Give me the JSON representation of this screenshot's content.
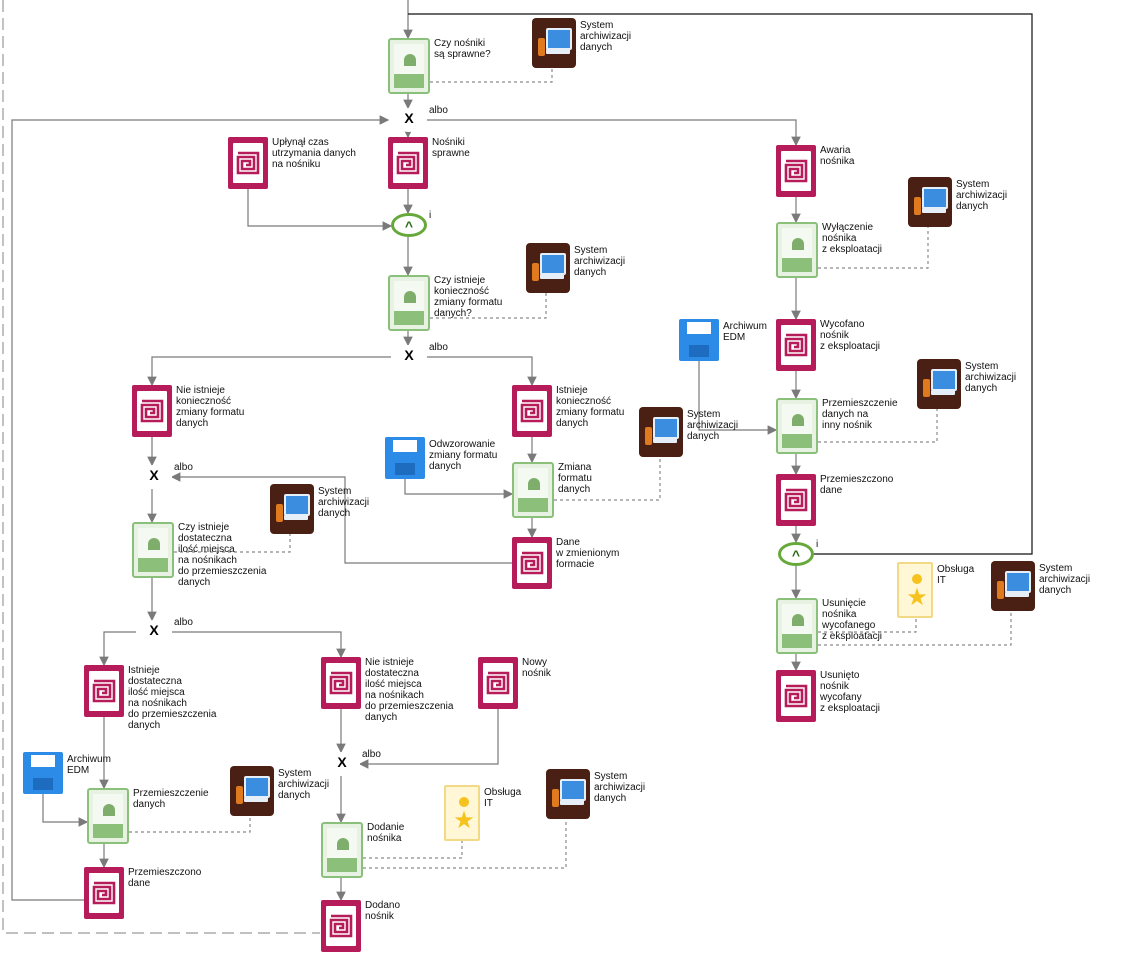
{
  "colors": {
    "event": "#b71c5a",
    "function": "#8bc07b",
    "system": "#4a1f14",
    "document": "#2b8be6",
    "role": "#f6c21d",
    "xor": "#f0a030",
    "and": "#66a83a"
  },
  "icons": {
    "event": "spiral-event-icon",
    "function": "function-person-icon",
    "system": "computer-icon",
    "document": "floppy-document-icon",
    "role": "person-star-icon"
  },
  "functions": [
    {
      "id": "f1",
      "label": "Czy nośniki\nsą sprawne?"
    },
    {
      "id": "f2",
      "label": "Czy istnieje\nkonieczność\nzmiany formatu\ndanych?"
    },
    {
      "id": "f3",
      "label": "Zmiana\nformatu\ndanych"
    },
    {
      "id": "f4",
      "label": "Czy istnieje\ndostateczna\nilość miejsca\nna nośnikach\ndo przemieszczenia\ndanych"
    },
    {
      "id": "f5",
      "label": "Przemieszczenie\ndanych"
    },
    {
      "id": "f6",
      "label": "Dodanie\nnośnika"
    },
    {
      "id": "f7",
      "label": "Wyłączenie\nnośnika\nz eksploatacji"
    },
    {
      "id": "f8",
      "label": "Przemieszczenie\ndanych na\ninny nośnik"
    },
    {
      "id": "f9",
      "label": "Usunięcie\nnośnika\nwycofanego\nz eksploatacji"
    }
  ],
  "events": [
    {
      "id": "e1",
      "label": "Upłynął czas\nutrzymania danych\nna nośniku"
    },
    {
      "id": "e2",
      "label": "Nośniki\nsprawne"
    },
    {
      "id": "e3",
      "label": "Nie istnieje\nkonieczność\nzmiany formatu\ndanych"
    },
    {
      "id": "e4",
      "label": "Istnieje\nkonieczność\nzmiany formatu\ndanych"
    },
    {
      "id": "e5",
      "label": "Dane\nw zmienionym\nformacie"
    },
    {
      "id": "e6",
      "label": "Istnieje\ndostateczna\nilość miejsca\nna nośnikach\ndo przemieszczenia\ndanych"
    },
    {
      "id": "e7",
      "label": "Nie istnieje\ndostateczna\nilość miejsca\nna nośnikach\ndo przemieszczenia\ndanych"
    },
    {
      "id": "e8",
      "label": "Nowy\nnośnik"
    },
    {
      "id": "e9",
      "label": "Przemieszczono\ndane"
    },
    {
      "id": "e10",
      "label": "Dodano\nnośnik"
    },
    {
      "id": "e11",
      "label": "Awaria\nnośnika"
    },
    {
      "id": "e12",
      "label": "Wycofano\nnośnik\nz eksploatacji"
    },
    {
      "id": "e13",
      "label": "Przemieszczono\ndane"
    },
    {
      "id": "e14",
      "label": "Usunięto\nnośnik\nwycofany\nz eksploatacji"
    }
  ],
  "systems": [
    {
      "id": "s1",
      "label": "System\narchiwizacji\ndanych"
    },
    {
      "id": "s2",
      "label": "System\narchiwizacji\ndanych"
    },
    {
      "id": "s3",
      "label": "System\narchiwizacji\ndanych"
    },
    {
      "id": "s4",
      "label": "System\narchiwizacji\ndanych"
    },
    {
      "id": "s5",
      "label": "System\narchiwizacji\ndanych"
    },
    {
      "id": "s6",
      "label": "System\narchiwizacji\ndanych"
    },
    {
      "id": "s7",
      "label": "System\narchiwizacji\ndanych"
    },
    {
      "id": "s8",
      "label": "System\narchiwizacji\ndanych"
    },
    {
      "id": "s9",
      "label": "System\narchiwizacji\ndanych"
    }
  ],
  "documents": [
    {
      "id": "d1",
      "label": "Archiwum\nEDM"
    },
    {
      "id": "d2",
      "label": "Odwzorowanie\nzmiany formatu\ndanych"
    },
    {
      "id": "d3",
      "label": "Archiwum\nEDM"
    }
  ],
  "roles": [
    {
      "id": "r1",
      "label": "Obsługa\nIT"
    },
    {
      "id": "r2",
      "label": "Obsługa\nIT"
    }
  ],
  "gateways": [
    {
      "id": "g1",
      "type": "xor",
      "symbol": "X",
      "label": "albo"
    },
    {
      "id": "g2",
      "type": "and",
      "symbol": "^",
      "label": "i"
    },
    {
      "id": "g3",
      "type": "xor",
      "symbol": "X",
      "label": "albo"
    },
    {
      "id": "g4",
      "type": "xor",
      "symbol": "X",
      "label": "albo"
    },
    {
      "id": "g5",
      "type": "xor",
      "symbol": "X",
      "label": "albo"
    },
    {
      "id": "g6",
      "type": "xor",
      "symbol": "X",
      "label": "albo"
    },
    {
      "id": "g7",
      "type": "and",
      "symbol": "^",
      "label": "i"
    }
  ]
}
